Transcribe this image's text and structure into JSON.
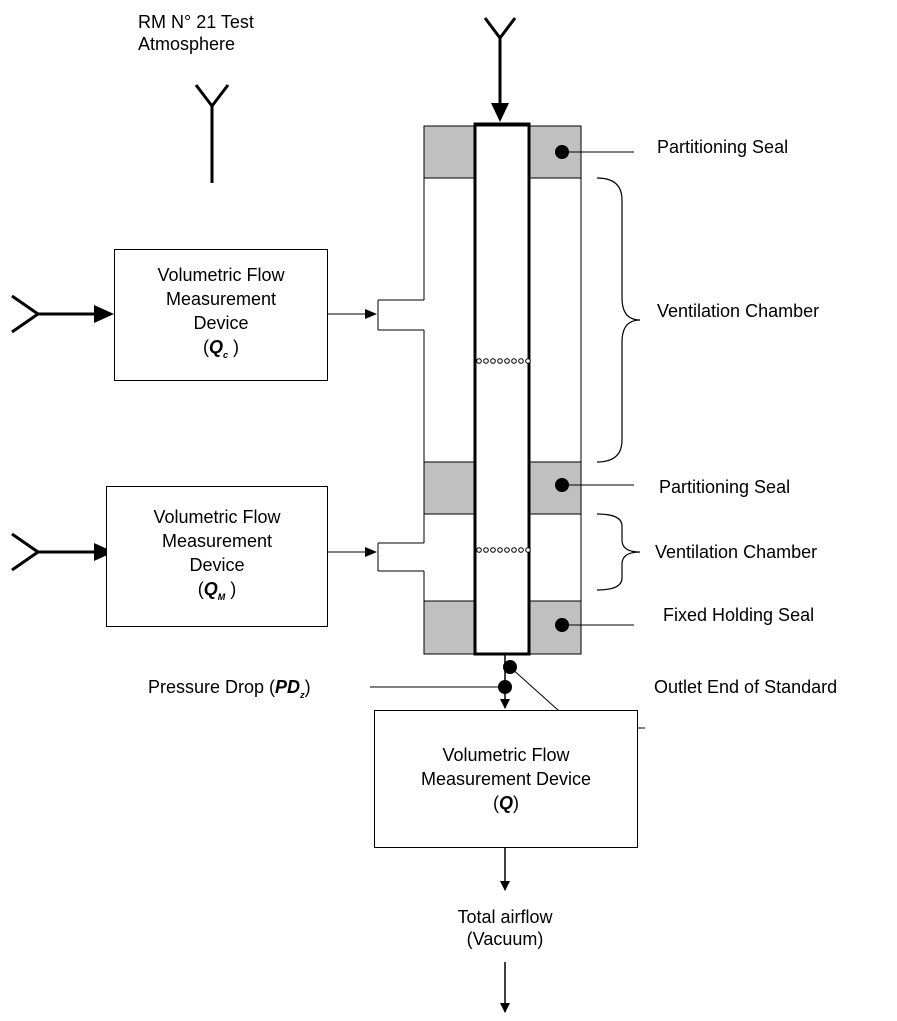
{
  "atmosphere": {
    "line1": "RM N° 21 Test",
    "line2": "Atmosphere"
  },
  "labels": {
    "seal_top": "Partitioning Seal",
    "chamber_top": "Ventilation Chamber",
    "seal_mid": "Partitioning Seal",
    "chamber_bottom": "Ventilation Chamber",
    "fixed_seal": "Fixed Holding Seal",
    "outlet": "Outlet End of Standard"
  },
  "device_c": {
    "line1": "Volumetric Flow",
    "line2": "Measurement",
    "line3": "Device",
    "symbol": "Q",
    "subscript": "c"
  },
  "device_m": {
    "line1": "Volumetric Flow",
    "line2": "Measurement",
    "line3": "Device",
    "symbol": "Q",
    "subscript": "M"
  },
  "pressure": {
    "prefix": "Pressure Drop (",
    "symbol": "PD",
    "subscript": "z",
    "suffix": ")"
  },
  "device_total": {
    "line1": "Volumetric Flow",
    "line2": "Measurement Device",
    "symbol": "Q"
  },
  "total_airflow": {
    "line1": "Total airflow",
    "line2": "(Vacuum)"
  },
  "colors": {
    "seal_fill": "#c0c0c0",
    "line": "#000000",
    "background": "#ffffff"
  }
}
